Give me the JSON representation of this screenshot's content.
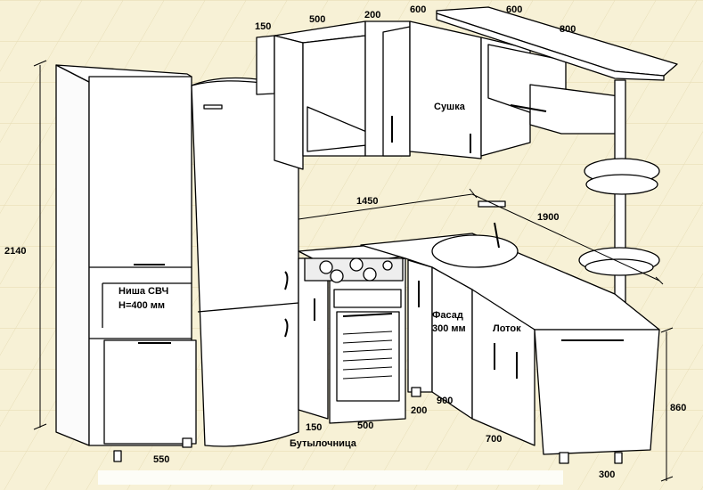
{
  "dimensions": {
    "upper_150": "150",
    "upper_500": "500",
    "upper_200": "200",
    "upper_600_left": "600",
    "upper_600_right": "600",
    "upper_800": "800",
    "run_1450": "1450",
    "run_1900": "1900",
    "height_2140": "2140",
    "height_860": "860",
    "base_550": "550",
    "base_150": "150",
    "base_500": "500",
    "base_200": "200",
    "base_900": "900",
    "base_700": "700",
    "base_300": "300"
  },
  "labels": {
    "dryer": "Сушка",
    "microwave_line1": "Ниша СВЧ",
    "microwave_line2": "H=400 мм",
    "facade_line1": "Фасад",
    "facade_line2": "300 мм",
    "tray": "Лоток",
    "bottle_holder": "Бутылочница"
  },
  "colors": {
    "background": "#f7f1d6",
    "grid": "#e6dcb4",
    "line": "#000000",
    "fill": "#ffffff"
  }
}
